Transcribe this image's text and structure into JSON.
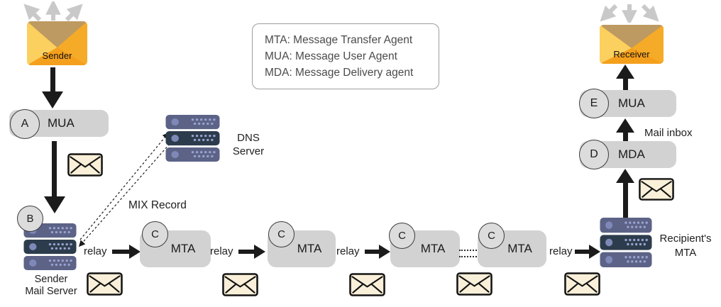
{
  "colors": {
    "agent_box_gray": "#d2d2d2",
    "server_body": "#5c6387",
    "server_dark_unit": "#2d3c4c",
    "server_led": "#7e89b8",
    "envelope_cream": "#faf0d9",
    "big_envelope_gold": "#fbd05f",
    "big_envelope_orange": "#f19d18",
    "big_envelope_flap_tan": "#bd9a62",
    "arrow_black": "#1b1b1b",
    "arrow_gray": "#c9c9c9"
  },
  "legend": {
    "line1": "MTA: Message Transfer Agent",
    "line2": "MUA: Message User Agent",
    "line3": "MDA: Message Delivery agent"
  },
  "endpoints": {
    "sender_label": "Sender",
    "receiver_label": "Receiver"
  },
  "left_chain": {
    "mua": {
      "badge": "A",
      "label": "MUA"
    },
    "server_badge": "B",
    "server_label_line1": "Sender",
    "server_label_line2": "Mail Server"
  },
  "dns": {
    "line1": "DNS",
    "line2": "Server",
    "mix_record_label": "MIX Record"
  },
  "relays": {
    "r1": "relay",
    "r2": "relay",
    "r3": "relay",
    "r4": "relay"
  },
  "mta_chain": [
    {
      "badge": "C",
      "label": "MTA"
    },
    {
      "badge": "C",
      "label": "MTA"
    },
    {
      "badge": "C",
      "label": "MTA"
    },
    {
      "badge": "C",
      "label": "MTA"
    }
  ],
  "right_chain": {
    "recipient_line1": "Recipient's",
    "recipient_line2": "MTA",
    "mda": {
      "badge": "D",
      "label": "MDA"
    },
    "mua": {
      "badge": "E",
      "label": "MUA"
    },
    "mail_inbox_label": "Mail inbox"
  }
}
